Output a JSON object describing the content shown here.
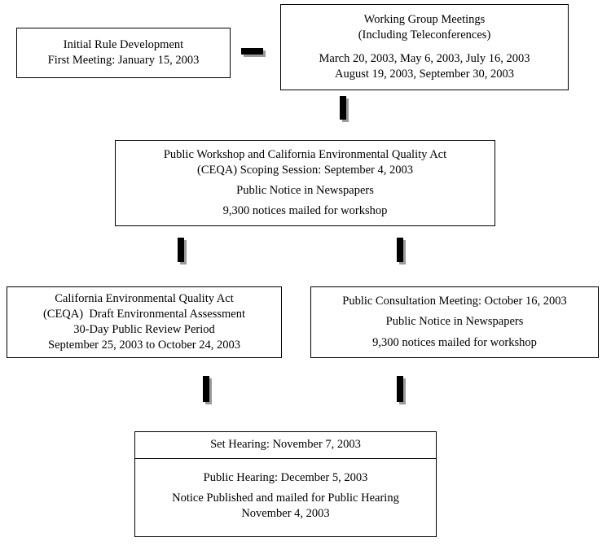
{
  "diagram": {
    "title": "Rulemaking Process Timeline Flowchart",
    "background_color": "#ffffff",
    "box_border_color": "#000000",
    "arrow_color": "#000000",
    "arrow_shadow_color": "#9a9a9a"
  },
  "nodes": {
    "initial_rule_development": {
      "lines": [
        "Initial Rule Development",
        "First Meeting: January 15, 2003"
      ]
    },
    "working_group_meetings": {
      "lines_group_a": [
        "Working Group Meetings",
        "(Including Teleconferences)"
      ],
      "lines_group_b": [
        "March 20, 2003, May 6, 2003, July 16, 2003",
        "August 19, 2003, September 30, 2003"
      ]
    },
    "public_workshop_ceqa_scoping": {
      "lines_group_a": [
        "Public Workshop and California Environmental Quality Act",
        "(CEQA) Scoping Session: September 4, 2003"
      ],
      "line_notice": "Public Notice in Newspapers",
      "line_mailed": "9,300 notices mailed for workshop"
    },
    "ceqa_draft_review": {
      "lines_group_a": [
        "California Environmental Quality Act",
        "(CEQA)  Draft Environmental Assessment",
        "30-Day Public Review Period"
      ],
      "line_period": "September 25, 2003 to October 24, 2003"
    },
    "public_consultation_meeting": {
      "line_meeting": "Public Consultation Meeting: October 16, 2003",
      "line_notice": "Public Notice in Newspapers",
      "line_mailed": "9,300 notices mailed for workshop"
    },
    "hearing_box": {
      "set_hearing": "Set Hearing: November 7, 2003",
      "public_hearing": "Public Hearing: December 5, 2003",
      "notice_lines": [
        "Notice Published and mailed for Public Hearing",
        "November 4, 2003"
      ]
    }
  },
  "arrows": {
    "initial_to_working_group": "arrow-right",
    "working_group_to_workshop": "arrow-down",
    "workshop_to_ceqa_draft": "arrow-down",
    "workshop_to_consultation": "arrow-down",
    "ceqa_draft_to_hearing": "arrow-down",
    "consultation_to_hearing": "arrow-down"
  }
}
